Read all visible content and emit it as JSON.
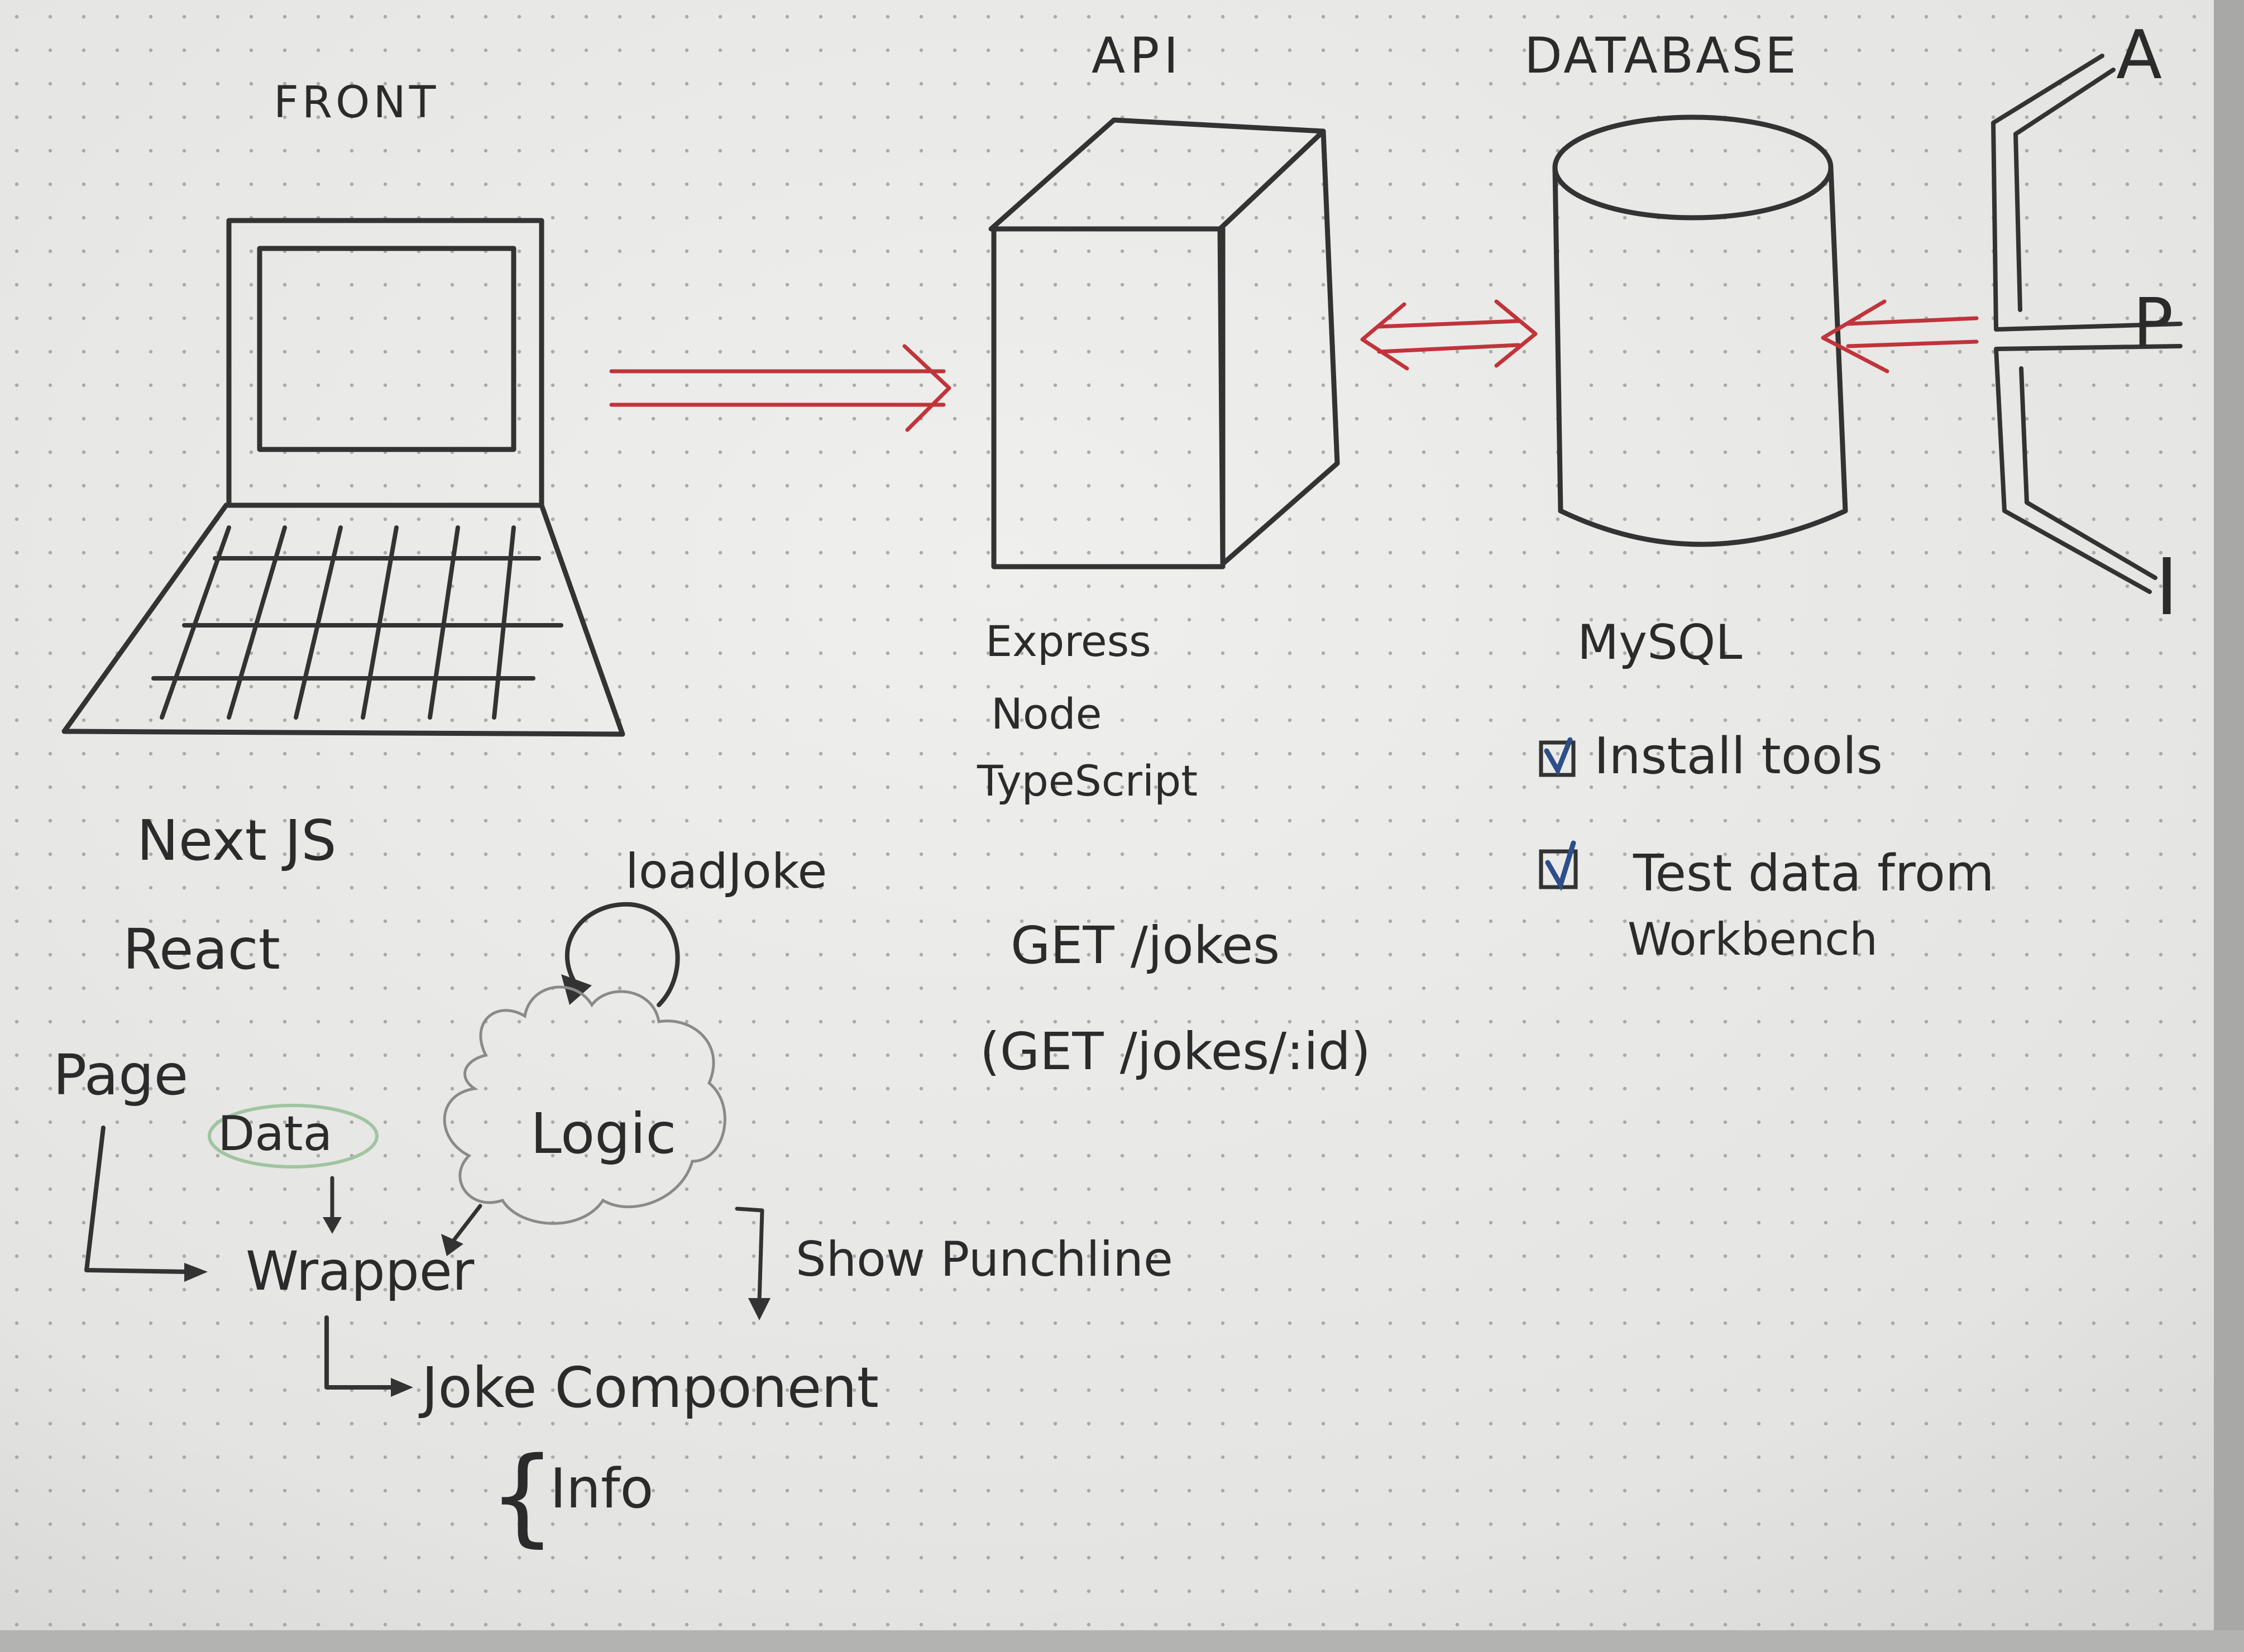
{
  "front": {
    "heading": "FRONT",
    "stack": [
      "Next JS",
      "React"
    ]
  },
  "api": {
    "heading": "API",
    "stack": [
      "Express",
      "Node",
      "TypeScript"
    ],
    "routes": [
      "GET /jokes",
      "(GET /jokes/:id)"
    ]
  },
  "database": {
    "heading": "DATABASE",
    "engine": "MySQL",
    "checklist": [
      {
        "label": "Install tools",
        "checked": true
      },
      {
        "label": "Test data from",
        "checked": true
      }
    ],
    "checklist_continuation": "Workbench"
  },
  "side_api": {
    "letters": [
      "A",
      "P",
      "I"
    ]
  },
  "component_flow": {
    "loop_label": "loadJoke",
    "page": "Page",
    "data": "Data",
    "logic": "Logic",
    "wrapper": "Wrapper",
    "show_punchline": "Show Punchline",
    "joke_component": "Joke Component",
    "info": "Info"
  },
  "colors": {
    "paper": "#e9e9e7",
    "ink": "#333333",
    "arrow_red": "#c0343a",
    "check_blue": "#2c4f8a",
    "data_highlight": "#9fc5a0"
  }
}
